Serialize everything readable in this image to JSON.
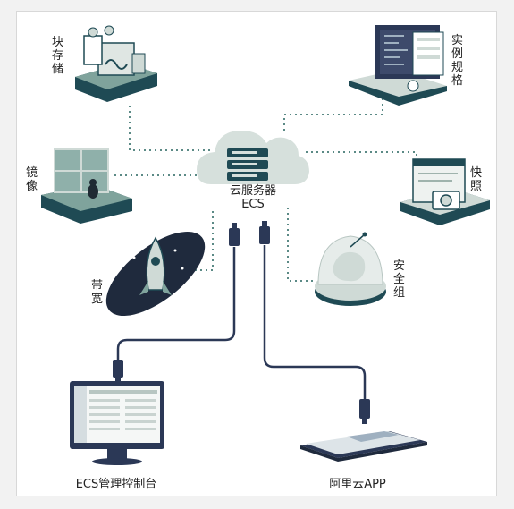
{
  "core": {
    "name": "云服务器",
    "subtitle": "ECS"
  },
  "features": {
    "block_storage": "块存储",
    "instance_types": "实例规格",
    "image": "镜像",
    "snapshot": "快照",
    "bandwidth": "带宽",
    "security_group": "安全组"
  },
  "clients": {
    "console": "ECS管理控制台",
    "app": "阿里云APP"
  },
  "colors": {
    "dark_teal": "#1f4a54",
    "navy": "#2b3856",
    "light_teal": "#cfdad6",
    "dotted_line": "#5b8a86"
  }
}
